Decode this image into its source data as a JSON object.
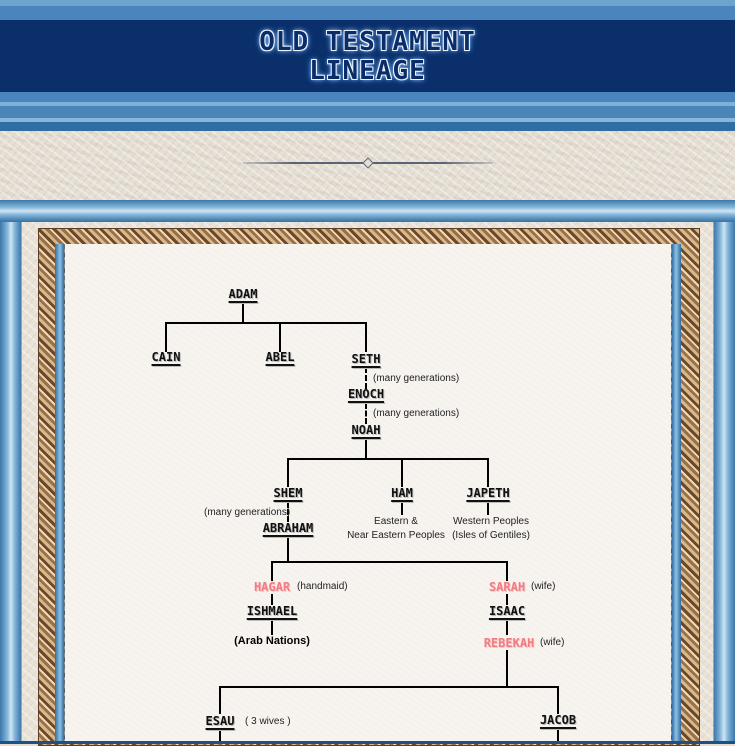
{
  "header": {
    "title_line1": "OLD TESTAMENT",
    "title_line2": "LINEAGE"
  },
  "tree": {
    "adam": "ADAM",
    "cain": "CAIN",
    "abel": "ABEL",
    "seth": "SETH",
    "gen_note_1": "(many generations)",
    "enoch": "ENOCH",
    "gen_note_2": "(many generations)",
    "noah": "NOAH",
    "shem": "SHEM",
    "ham": "HAM",
    "japeth": "JAPETH",
    "gen_note_3": "(many generations)",
    "abraham": "ABRAHAM",
    "ham_note_1": "Eastern &",
    "ham_note_2": "Near Eastern Peoples",
    "japeth_note_1": "Western Peoples",
    "japeth_note_2": "(Isles of Gentiles)",
    "hagar": "HAGAR",
    "hagar_note": "(handmaid)",
    "sarah": "SARAH",
    "sarah_note": "(wife)",
    "ishmael": "ISHMAEL",
    "isaac": "ISAAC",
    "arab_nations": "(Arab Nations)",
    "rebekah": "REBEKAH",
    "rebekah_note": "(wife)",
    "esau": "ESAU",
    "esau_note": "( 3 wives )",
    "jacob": "JACOB"
  },
  "colors": {
    "header_navy": "#0b2c66",
    "frame_blue": "#3d78a8",
    "wife_pink": "#f07d82",
    "paper": "#f7f4f0"
  }
}
